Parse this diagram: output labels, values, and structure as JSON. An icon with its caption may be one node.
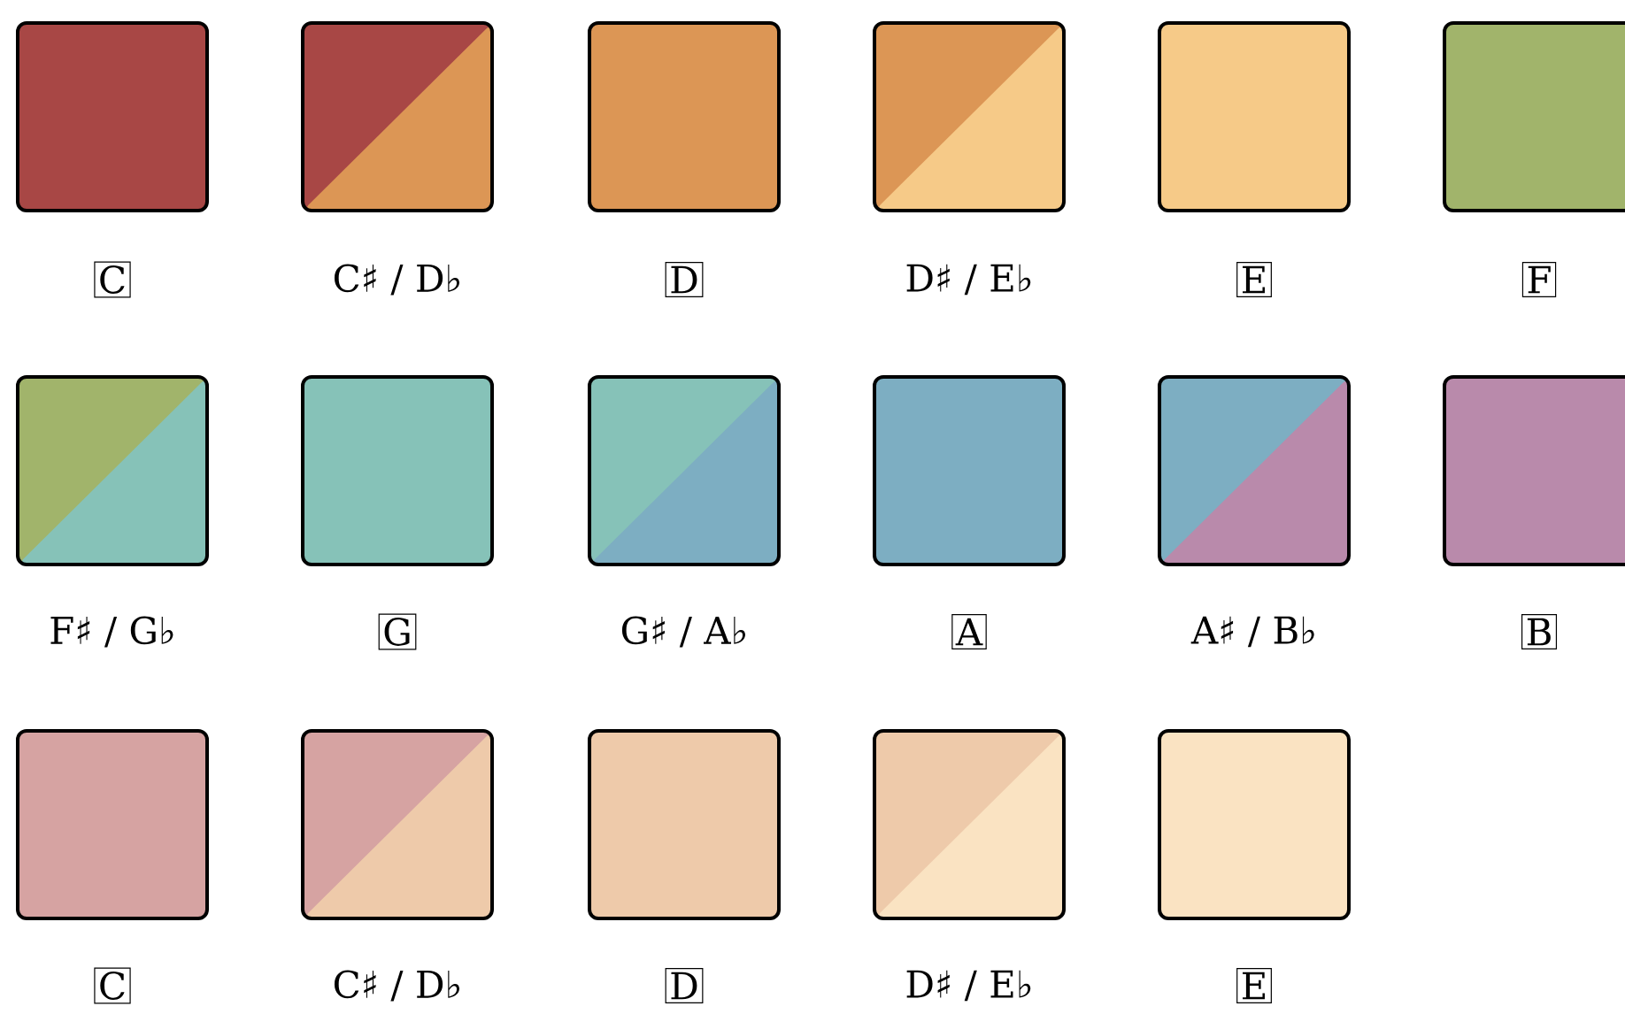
{
  "diagram": {
    "nodes": [
      {
        "text": [],
        "shape": "box",
        "beside": [
          "C"
        ]
      },
      {
        "text": [],
        "shape": "box",
        "beside": [
          "C♯ / D♭"
        ]
      },
      {
        "text": [],
        "shape": "box",
        "beside": [
          "D"
        ]
      },
      {
        "text": [],
        "shape": "box",
        "beside": [
          "D♯ / E♭"
        ]
      },
      {
        "text": [],
        "shape": "box",
        "beside": [
          "E"
        ]
      },
      {
        "text": [],
        "shape": "box",
        "beside": [
          "F"
        ]
      },
      {
        "text": [],
        "shape": "box",
        "beside": [
          "F♯ / G♭"
        ]
      },
      {
        "text": [],
        "shape": "box",
        "beside": [
          "G"
        ]
      },
      {
        "text": [],
        "shape": "box",
        "beside": [
          "G♯ / A♭"
        ]
      },
      {
        "text": [],
        "shape": "box",
        "beside": [
          "A"
        ]
      },
      {
        "text": [],
        "shape": "box",
        "beside": [
          "A♯ / B♭"
        ]
      },
      {
        "text": [],
        "shape": "box",
        "beside": [
          "B"
        ]
      },
      {
        "text": [],
        "shape": "box",
        "beside": [
          "C"
        ]
      },
      {
        "text": [],
        "shape": "box",
        "beside": [
          "C♯ / D♭"
        ]
      },
      {
        "text": [],
        "shape": "box",
        "beside": [
          "D"
        ]
      },
      {
        "text": [],
        "shape": "box",
        "beside": [
          "D♯ / E♭"
        ]
      },
      {
        "text": [],
        "shape": "box",
        "beside": [
          "E"
        ]
      }
    ]
  }
}
